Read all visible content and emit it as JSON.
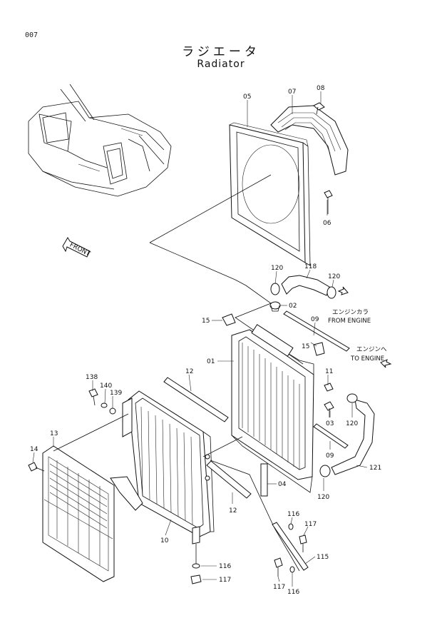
{
  "page_number": "007",
  "title_jp": "ラジエータ",
  "title_en": "Radiator",
  "front_label": "FRONT",
  "notes": {
    "from_engine_jp": "エンジンカラ",
    "from_engine_en": "FROM  ENGINE",
    "to_engine_jp": "エンジンへ",
    "to_engine_en": "TO  ENGINE"
  },
  "callouts": {
    "c05": "05",
    "c07": "07",
    "c08": "08",
    "c06": "06",
    "c120a": "120",
    "c118": "118",
    "c120b": "120",
    "c02": "02",
    "c15a": "15",
    "c09a": "09",
    "c15b": "15",
    "c01": "01",
    "c11": "11",
    "c12a": "12",
    "c138": "138",
    "c140": "140",
    "c139": "139",
    "c03": "03",
    "c120c": "120",
    "c13": "13",
    "c14": "14",
    "c09b": "09",
    "c121": "121",
    "c04": "04",
    "c120d": "120",
    "c12b": "12",
    "c116a": "116",
    "c117a": "117",
    "c10": "10",
    "c115": "115",
    "c116b": "116",
    "c117b": "117",
    "c117c": "117",
    "c116c": "116"
  }
}
